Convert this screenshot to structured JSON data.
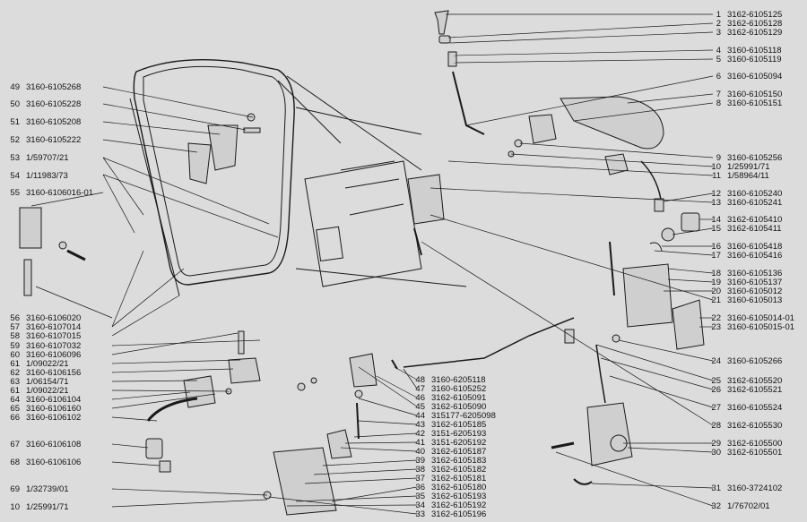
{
  "colors": {
    "background": "#dcdcdc",
    "line": "#1a1a1a",
    "part_fill": "#cfcfcf",
    "part_dark": "#888888"
  },
  "left_labels": [
    {
      "num": "49",
      "code": "3160-6105268"
    },
    {
      "num": "50",
      "code": "3160-6105228"
    },
    {
      "num": "51",
      "code": "3160-6105208"
    },
    {
      "num": "52",
      "code": "3160-6105222"
    },
    {
      "num": "53",
      "code": "1/59707/21"
    },
    {
      "num": "54",
      "code": "1/11983/73"
    },
    {
      "num": "55",
      "code": "3160-6106016-01"
    },
    {
      "num": "56",
      "code": "3160-6106020"
    },
    {
      "num": "57",
      "code": "3160-6107014"
    },
    {
      "num": "58",
      "code": "3160-6107015"
    },
    {
      "num": "59",
      "code": "3160-6107032"
    },
    {
      "num": "60",
      "code": "3160-6106096"
    },
    {
      "num": "61",
      "code": "1/09022/21"
    },
    {
      "num": "62",
      "code": "3160-6106156"
    },
    {
      "num": "63",
      "code": "1/06154/71"
    },
    {
      "num": "61",
      "code": "1/09022/21"
    },
    {
      "num": "64",
      "code": "3160-6106104"
    },
    {
      "num": "65",
      "code": "3160-6106160"
    },
    {
      "num": "66",
      "code": "3160-6106102"
    },
    {
      "num": "67",
      "code": "3160-6106108"
    },
    {
      "num": "68",
      "code": "3160-6106106"
    },
    {
      "num": "69",
      "code": "1/32739/01"
    },
    {
      "num": "10",
      "code": "1/25991/71"
    }
  ],
  "right_labels": [
    {
      "num": "1",
      "code": "3162-6105125"
    },
    {
      "num": "2",
      "code": "3162-6105128"
    },
    {
      "num": "3",
      "code": "3162-6105129"
    },
    {
      "num": "4",
      "code": "3160-6105118"
    },
    {
      "num": "5",
      "code": "3160-6105119"
    },
    {
      "num": "6",
      "code": "3160-6105094"
    },
    {
      "num": "7",
      "code": "3160-6105150"
    },
    {
      "num": "8",
      "code": "3160-6105151"
    },
    {
      "num": "9",
      "code": "3160-6105256"
    },
    {
      "num": "10",
      "code": "1/25991/71"
    },
    {
      "num": "11",
      "code": "1/58964/11"
    },
    {
      "num": "12",
      "code": "3160-6105240"
    },
    {
      "num": "13",
      "code": "3160-6105241"
    },
    {
      "num": "14",
      "code": "3162-6105410"
    },
    {
      "num": "15",
      "code": "3162-6105411"
    },
    {
      "num": "16",
      "code": "3160-6105418"
    },
    {
      "num": "17",
      "code": "3160-6105416"
    },
    {
      "num": "18",
      "code": "3160-6105136"
    },
    {
      "num": "19",
      "code": "3160-6105137"
    },
    {
      "num": "20",
      "code": "3160-6105012"
    },
    {
      "num": "21",
      "code": "3160-6105013"
    },
    {
      "num": "22",
      "code": "3160-6105014-01"
    },
    {
      "num": "23",
      "code": "3160-6105015-01"
    },
    {
      "num": "24",
      "code": "3160-6105266"
    },
    {
      "num": "25",
      "code": "3162-6105520"
    },
    {
      "num": "26",
      "code": "3162-6105521"
    },
    {
      "num": "27",
      "code": "3160-6105524"
    },
    {
      "num": "28",
      "code": "3162-6105530"
    },
    {
      "num": "29",
      "code": "3162-6105500"
    },
    {
      "num": "30",
      "code": "3162-6105501"
    },
    {
      "num": "31",
      "code": "3160-3724102"
    },
    {
      "num": "32",
      "code": "1/76702/01"
    }
  ],
  "mid_labels": [
    {
      "num": "48",
      "code": "3160-6205118"
    },
    {
      "num": "47",
      "code": "3160-6105252"
    },
    {
      "num": "46",
      "code": "3162-6105091"
    },
    {
      "num": "45",
      "code": "3162-6105090"
    },
    {
      "num": "44",
      "code": "315177-6205098"
    },
    {
      "num": "43",
      "code": "3162-6105185"
    },
    {
      "num": "42",
      "code": "3151-6205193"
    },
    {
      "num": "41",
      "code": "3151-6205192"
    },
    {
      "num": "40",
      "code": "3162-6105187"
    },
    {
      "num": "39",
      "code": "3162-6105183"
    },
    {
      "num": "38",
      "code": "3162-6105182"
    },
    {
      "num": "37",
      "code": "3162-6105181"
    },
    {
      "num": "36",
      "code": "3162-6105180"
    },
    {
      "num": "35",
      "code": "3162-6105193"
    },
    {
      "num": "34",
      "code": "3162-6105192"
    },
    {
      "num": "33",
      "code": "3162-6105196"
    }
  ]
}
